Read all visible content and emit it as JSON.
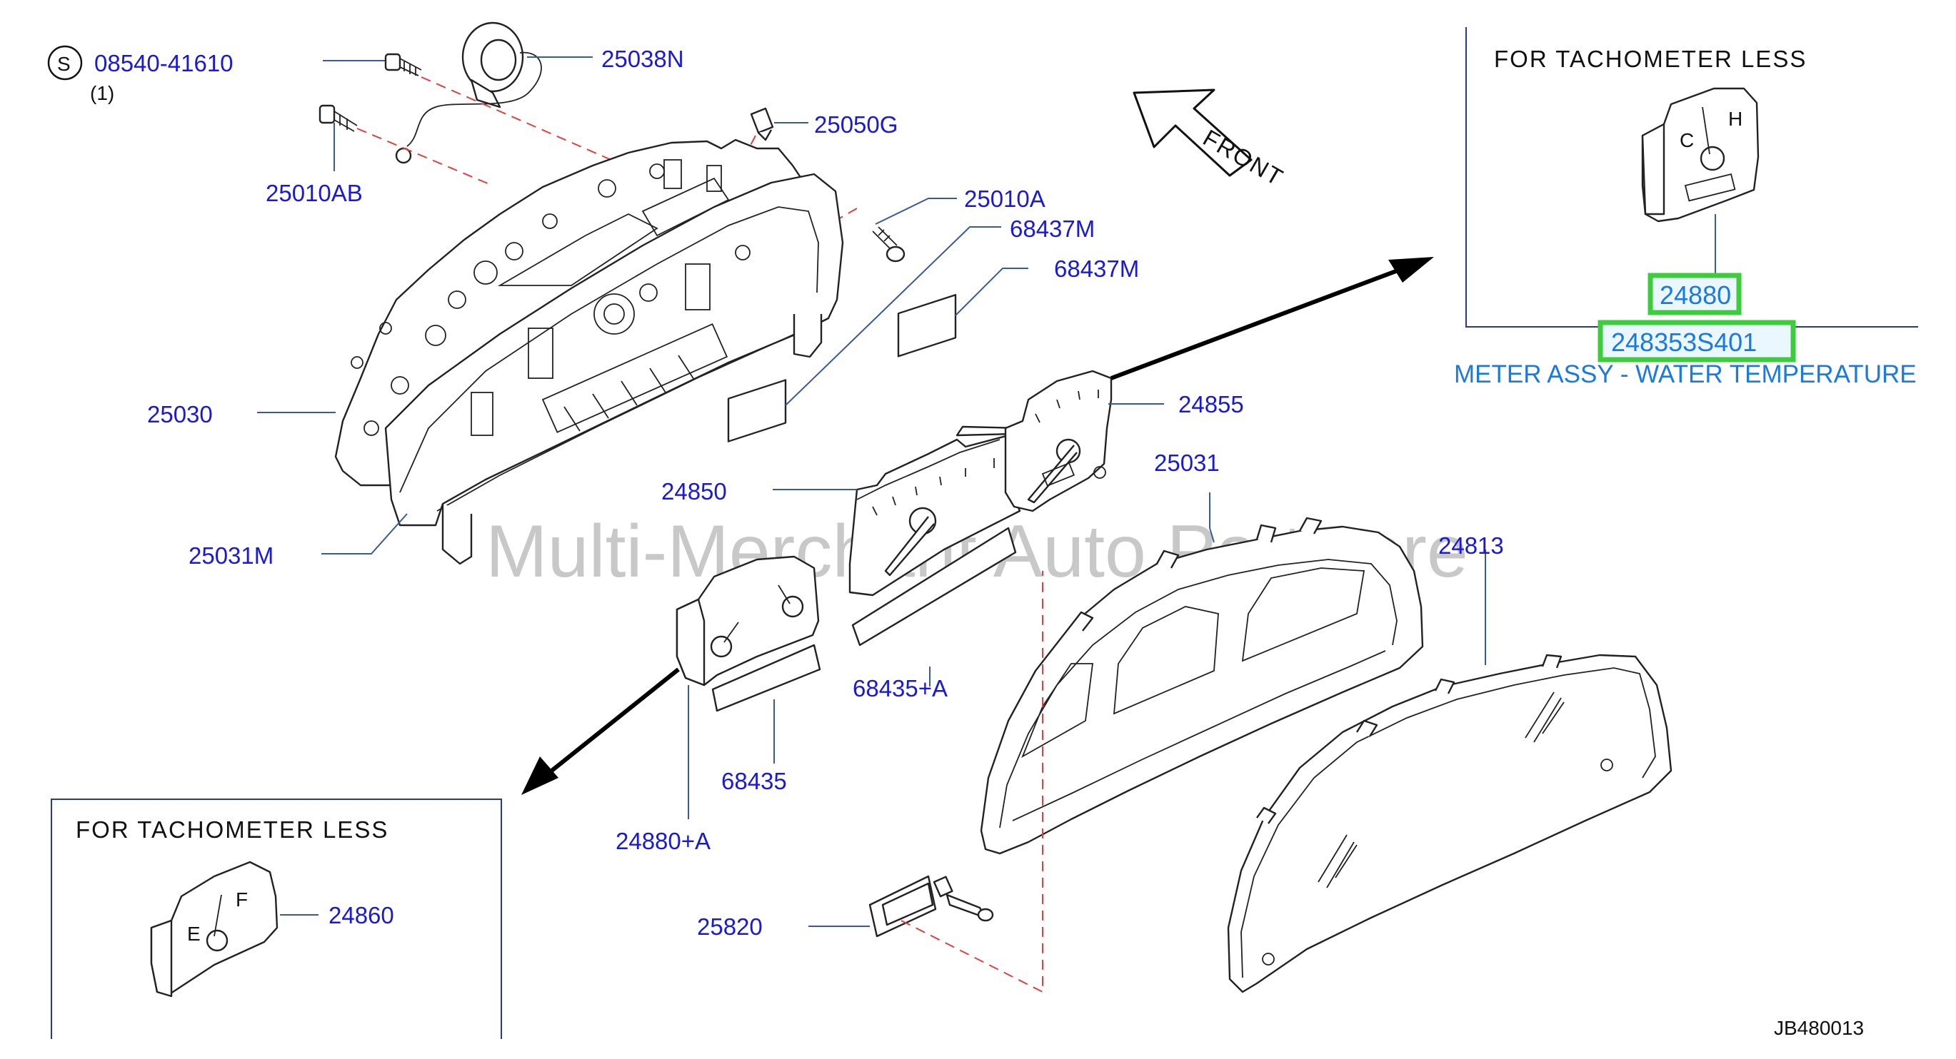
{
  "watermark": "Multi-Merchant Auto Partstore",
  "front_label": "FRONT",
  "screw_ref": {
    "symbol": "S",
    "number": "08540-41610",
    "qty": "(1)"
  },
  "callouts": {
    "p25038N": "25038N",
    "p25010AB": "25010AB",
    "p25050G": "25050G",
    "p25010A": "25010A",
    "p68437M_a": "68437M",
    "p68437M_b": "68437M",
    "p25030": "25030",
    "p24855": "24855",
    "p24850": "24850",
    "p25031": "25031",
    "p25031M": "25031M",
    "p24813": "24813",
    "p68435A": "68435+A",
    "p68435": "68435",
    "p24880A": "24880+A",
    "p25820": "25820"
  },
  "inset_right": {
    "title": "FOR TACHOMETER LESS",
    "part": "24880",
    "part_number": "248353S401",
    "description": "METER ASSY - WATER TEMPERATURE"
  },
  "inset_left": {
    "title": "FOR TACHOMETER LESS",
    "part": "24860"
  },
  "gauge_marks": {
    "temp_cold": "C",
    "temp_hot": "H",
    "fuel_empty": "E",
    "fuel_full": "F"
  },
  "diagram_code": "JB480013",
  "colors": {
    "callout_text": "#1a1ad6",
    "highlight_border": "#3ccc3c",
    "highlight_text": "#1a7ae0",
    "dashed_line": "#e04040"
  }
}
